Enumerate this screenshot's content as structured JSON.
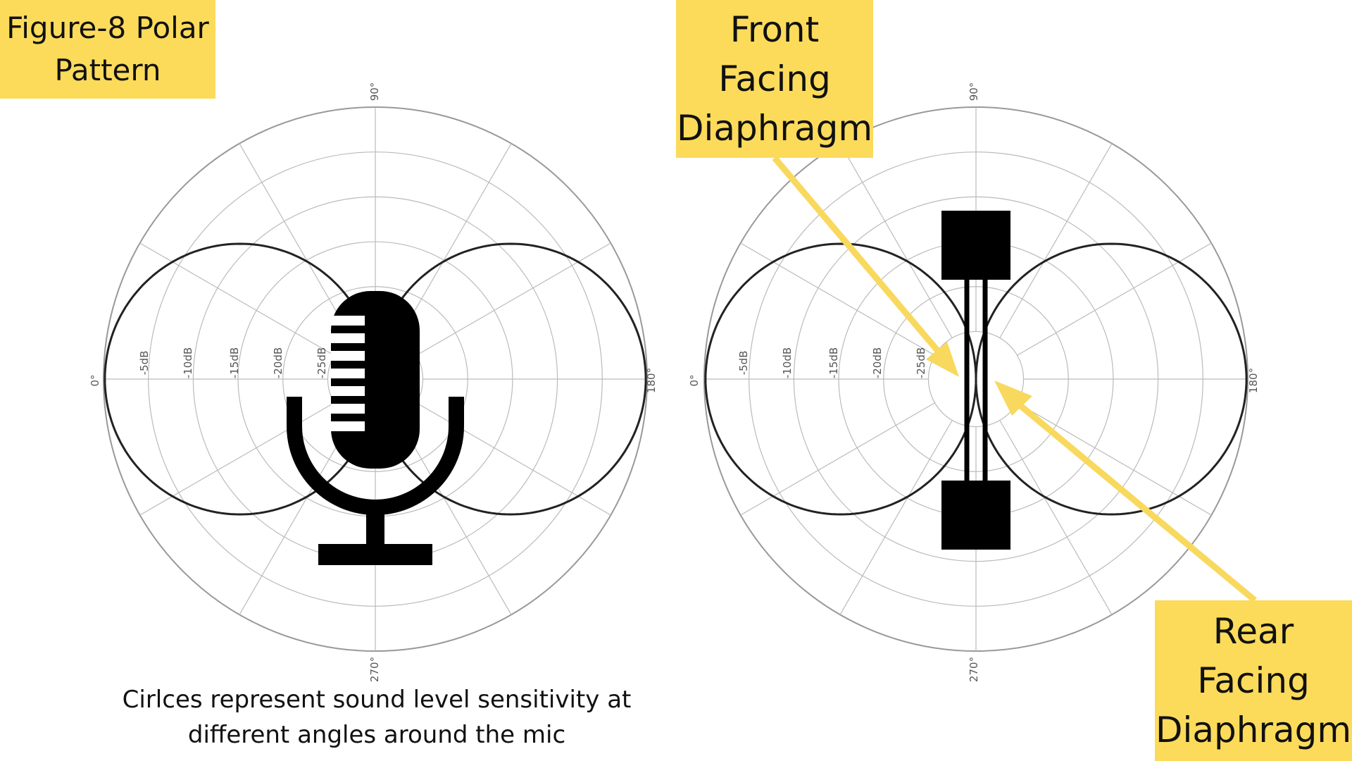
{
  "title": {
    "lines": [
      "Figure-8 Polar",
      "Pattern"
    ]
  },
  "left_polar": {
    "angle_labels": [
      "0°",
      "90°",
      "180°",
      "270°"
    ],
    "db_labels": [
      "-5dB",
      "-10dB",
      "-15dB",
      "-20dB",
      "-25dB"
    ],
    "overlay_icon": "microphone-icon"
  },
  "right_polar": {
    "angle_labels": [
      "0°",
      "90°",
      "180°",
      "270°"
    ],
    "db_labels": [
      "-5dB",
      "-10dB",
      "-15dB",
      "-20dB",
      "-25dB"
    ],
    "overlay_icon": "ribbon-mic-element-icon"
  },
  "front_callout": {
    "lines": [
      "Front",
      "Facing",
      "Diaphragm"
    ]
  },
  "rear_callout": {
    "lines": [
      "Rear",
      "Facing",
      "Diaphragm"
    ]
  },
  "caption": {
    "lines": [
      "Cirlces represent sound level sensitivity at",
      "different angles around the mic"
    ]
  },
  "colors": {
    "callout_yellow": "#fcdb5b",
    "arrow_yellow": "#f8d95e",
    "pattern_line": "#222222",
    "grid_line": "#bbbbbb"
  }
}
